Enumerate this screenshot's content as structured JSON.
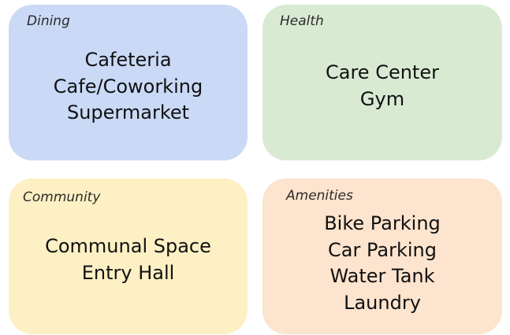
{
  "cards": [
    {
      "id": "dining",
      "label": "Dining",
      "color": "#c9d9f6",
      "items": [
        "Cafeteria",
        "Cafe/Coworking",
        "Supermarket"
      ]
    },
    {
      "id": "health",
      "label": "Health",
      "color": "#d9ead3",
      "items": [
        "Care Center",
        "Gym"
      ]
    },
    {
      "id": "community",
      "label": "Community",
      "color": "#fdf0c4",
      "items": [
        "Communal Space",
        "Entry Hall"
      ]
    },
    {
      "id": "amenities",
      "label": "Amenities",
      "color": "#fce4ce",
      "items": [
        "Bike Parking",
        "Car Parking",
        "Water Tank",
        "Laundry"
      ]
    }
  ]
}
